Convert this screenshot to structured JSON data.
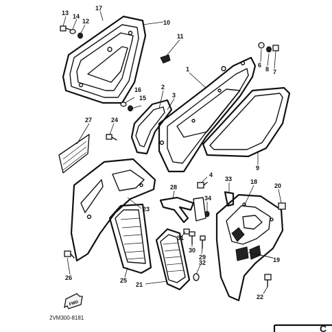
{
  "diagram_code": "2VM300-8181",
  "fwd_label": "FWD",
  "corner_fragment": "C",
  "callouts": [
    {
      "id": "c1",
      "text": "1"
    },
    {
      "id": "c2",
      "text": "2"
    },
    {
      "id": "c3",
      "text": "3"
    },
    {
      "id": "c4",
      "text": "4"
    },
    {
      "id": "c6",
      "text": "6"
    },
    {
      "id": "c7",
      "text": "7"
    },
    {
      "id": "c8",
      "text": "8"
    },
    {
      "id": "c9",
      "text": "9"
    },
    {
      "id": "c10",
      "text": "10"
    },
    {
      "id": "c11",
      "text": "11"
    },
    {
      "id": "c12",
      "text": "12"
    },
    {
      "id": "c13",
      "text": "13"
    },
    {
      "id": "c14",
      "text": "14"
    },
    {
      "id": "c15",
      "text": "15"
    },
    {
      "id": "c16",
      "text": "16"
    },
    {
      "id": "c17",
      "text": "17"
    },
    {
      "id": "c18",
      "text": "18"
    },
    {
      "id": "c19",
      "text": "19"
    },
    {
      "id": "c20",
      "text": "20"
    },
    {
      "id": "c21",
      "text": "21"
    },
    {
      "id": "c22",
      "text": "22"
    },
    {
      "id": "c23",
      "text": "23"
    },
    {
      "id": "c24",
      "text": "24"
    },
    {
      "id": "c25",
      "text": "25"
    },
    {
      "id": "c26",
      "text": "26"
    },
    {
      "id": "c27",
      "text": "27"
    },
    {
      "id": "c28",
      "text": "28"
    },
    {
      "id": "c29",
      "text": "29"
    },
    {
      "id": "c30",
      "text": "30"
    },
    {
      "id": "c31",
      "text": "31"
    },
    {
      "id": "c32",
      "text": "32"
    },
    {
      "id": "c33",
      "text": "33"
    },
    {
      "id": "c34",
      "text": "34"
    }
  ]
}
